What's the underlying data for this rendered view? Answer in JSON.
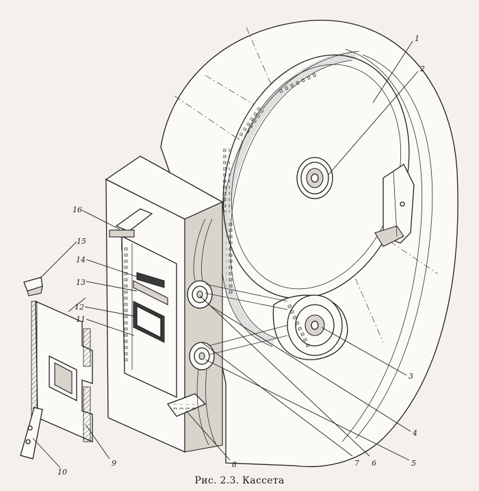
{
  "figure": {
    "caption": "Рис. 2.3. Кассета"
  },
  "callouts": [
    {
      "id": "c1",
      "label": "1"
    },
    {
      "id": "c2",
      "label": "2"
    },
    {
      "id": "c3",
      "label": "3"
    },
    {
      "id": "c4",
      "label": "4"
    },
    {
      "id": "c5",
      "label": "5"
    },
    {
      "id": "c6",
      "label": "6"
    },
    {
      "id": "c7",
      "label": "7"
    },
    {
      "id": "c8",
      "label": "8"
    },
    {
      "id": "c9",
      "label": "9"
    },
    {
      "id": "c10",
      "label": "10"
    },
    {
      "id": "c11",
      "label": "11"
    },
    {
      "id": "c12",
      "label": "12"
    },
    {
      "id": "c13",
      "label": "13"
    },
    {
      "id": "c14",
      "label": "14"
    },
    {
      "id": "c15",
      "label": "15"
    },
    {
      "id": "c16",
      "label": "16"
    }
  ]
}
